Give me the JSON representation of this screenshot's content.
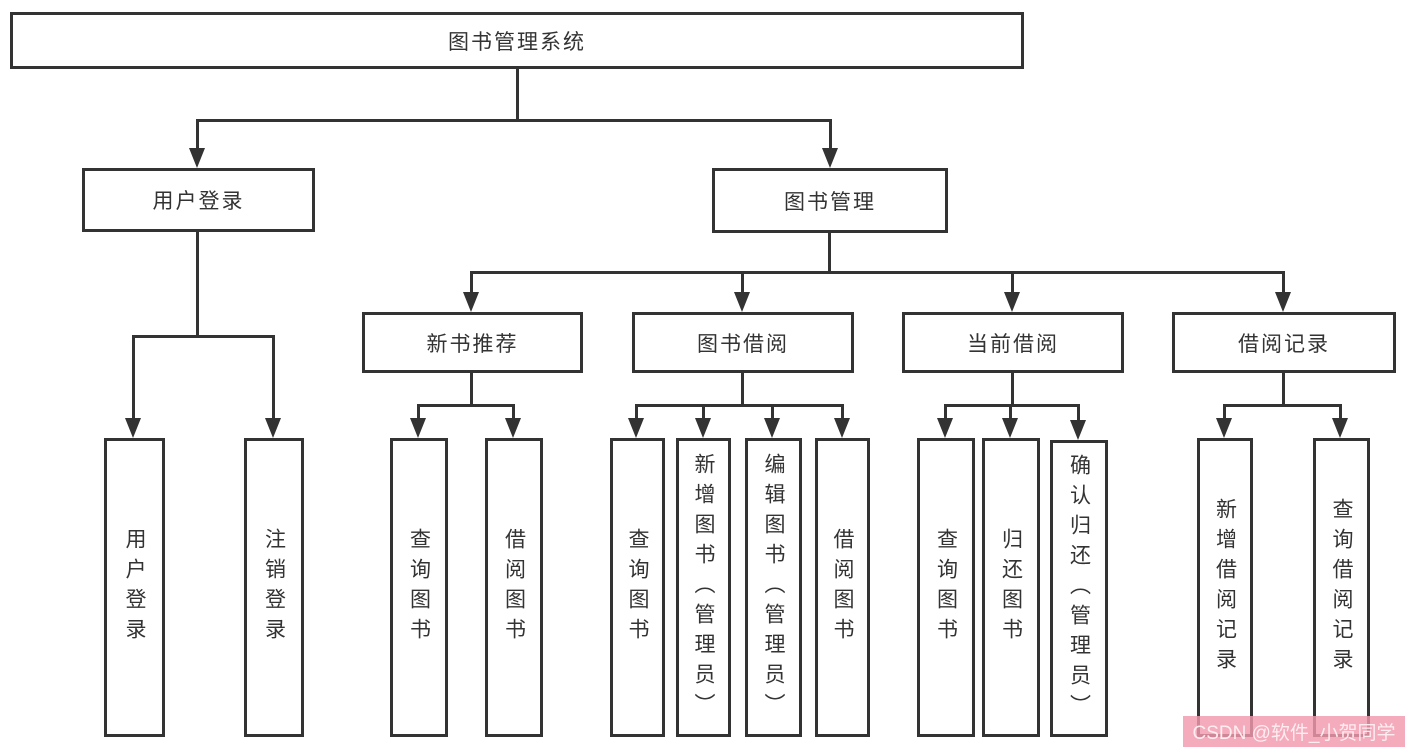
{
  "diagram": {
    "root": {
      "label": "图书管理系统",
      "children": [
        {
          "label": "用户登录",
          "children": [
            {
              "label": "用户登录"
            },
            {
              "label": "注销登录"
            }
          ]
        },
        {
          "label": "图书管理",
          "children": [
            {
              "label": "新书推荐",
              "children": [
                {
                  "label": "查询图书"
                },
                {
                  "label": "借阅图书"
                }
              ]
            },
            {
              "label": "图书借阅",
              "children": [
                {
                  "label": "查询图书"
                },
                {
                  "label": "新增图书（管理员）"
                },
                {
                  "label": "编辑图书（管理员）"
                },
                {
                  "label": "借阅图书"
                }
              ]
            },
            {
              "label": "当前借阅",
              "children": [
                {
                  "label": "查询图书"
                },
                {
                  "label": "归还图书"
                },
                {
                  "label": "确认归还（管理员）"
                }
              ]
            },
            {
              "label": "借阅记录",
              "children": [
                {
                  "label": "新增借阅记录"
                },
                {
                  "label": "查询借阅记录"
                }
              ]
            }
          ]
        }
      ]
    }
  },
  "watermark": {
    "text": "CSDN @软件_小贺同学"
  },
  "colors": {
    "line": "#333333",
    "box_border": "#333333",
    "background": "#ffffff",
    "watermark_bg": "#f298ac",
    "watermark_text": "#fff0f4"
  }
}
